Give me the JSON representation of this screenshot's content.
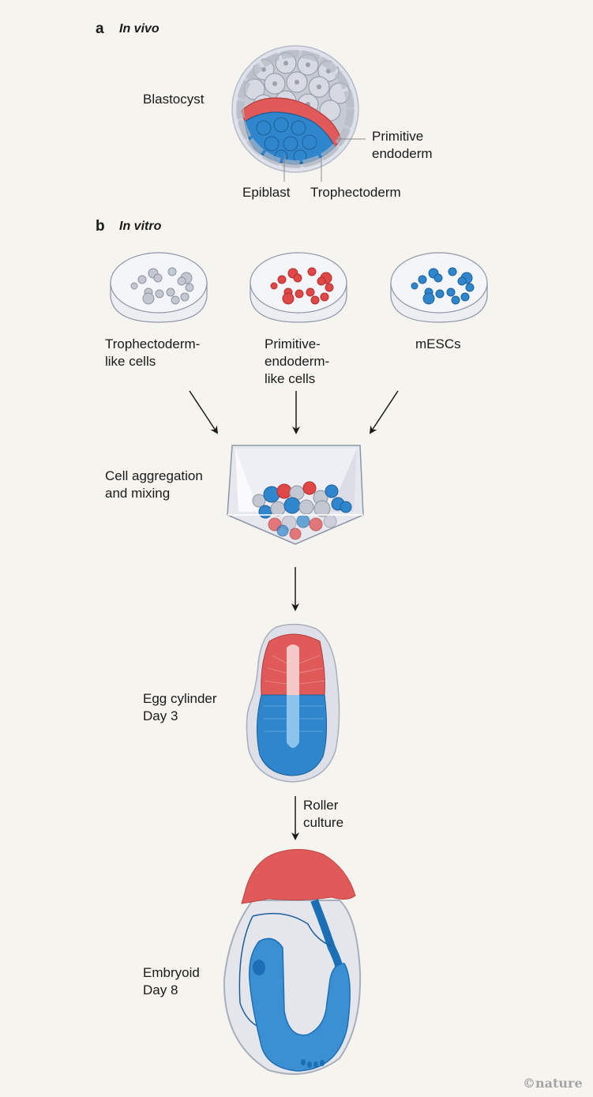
{
  "colors": {
    "background": "#f5f4ee",
    "trophectoderm_grey": "#c8ccd6",
    "primitive_endoderm_red": "#e05a5a",
    "epiblast_blue": "#2f86cc",
    "text": "#1a1a1a",
    "credit_grey": "#a5a5a5"
  },
  "panel_a": {
    "letter": "a",
    "title": "In vivo",
    "labels": {
      "blastocyst": "Blastocyst",
      "primitive_endoderm": "Primitive\nendoderm",
      "epiblast": "Epiblast",
      "trophectoderm": "Trophectoderm"
    }
  },
  "panel_b": {
    "letter": "b",
    "title": "In vitro",
    "dishes": [
      {
        "label": "Trophectoderm-\nlike cells",
        "cell_type": "trophectoderm"
      },
      {
        "label": "Primitive-\nendoderm-\nlike cells",
        "cell_type": "primitive_endoderm"
      },
      {
        "label": "mESCs",
        "cell_type": "epiblast"
      }
    ],
    "steps": {
      "aggregation": "Cell aggregation\nand mixing",
      "egg_cylinder": "Egg cylinder\nDay 3",
      "roller": "Roller\nculture",
      "embryoid": "Embryoid\nDay 8"
    }
  },
  "credit": "©nature"
}
